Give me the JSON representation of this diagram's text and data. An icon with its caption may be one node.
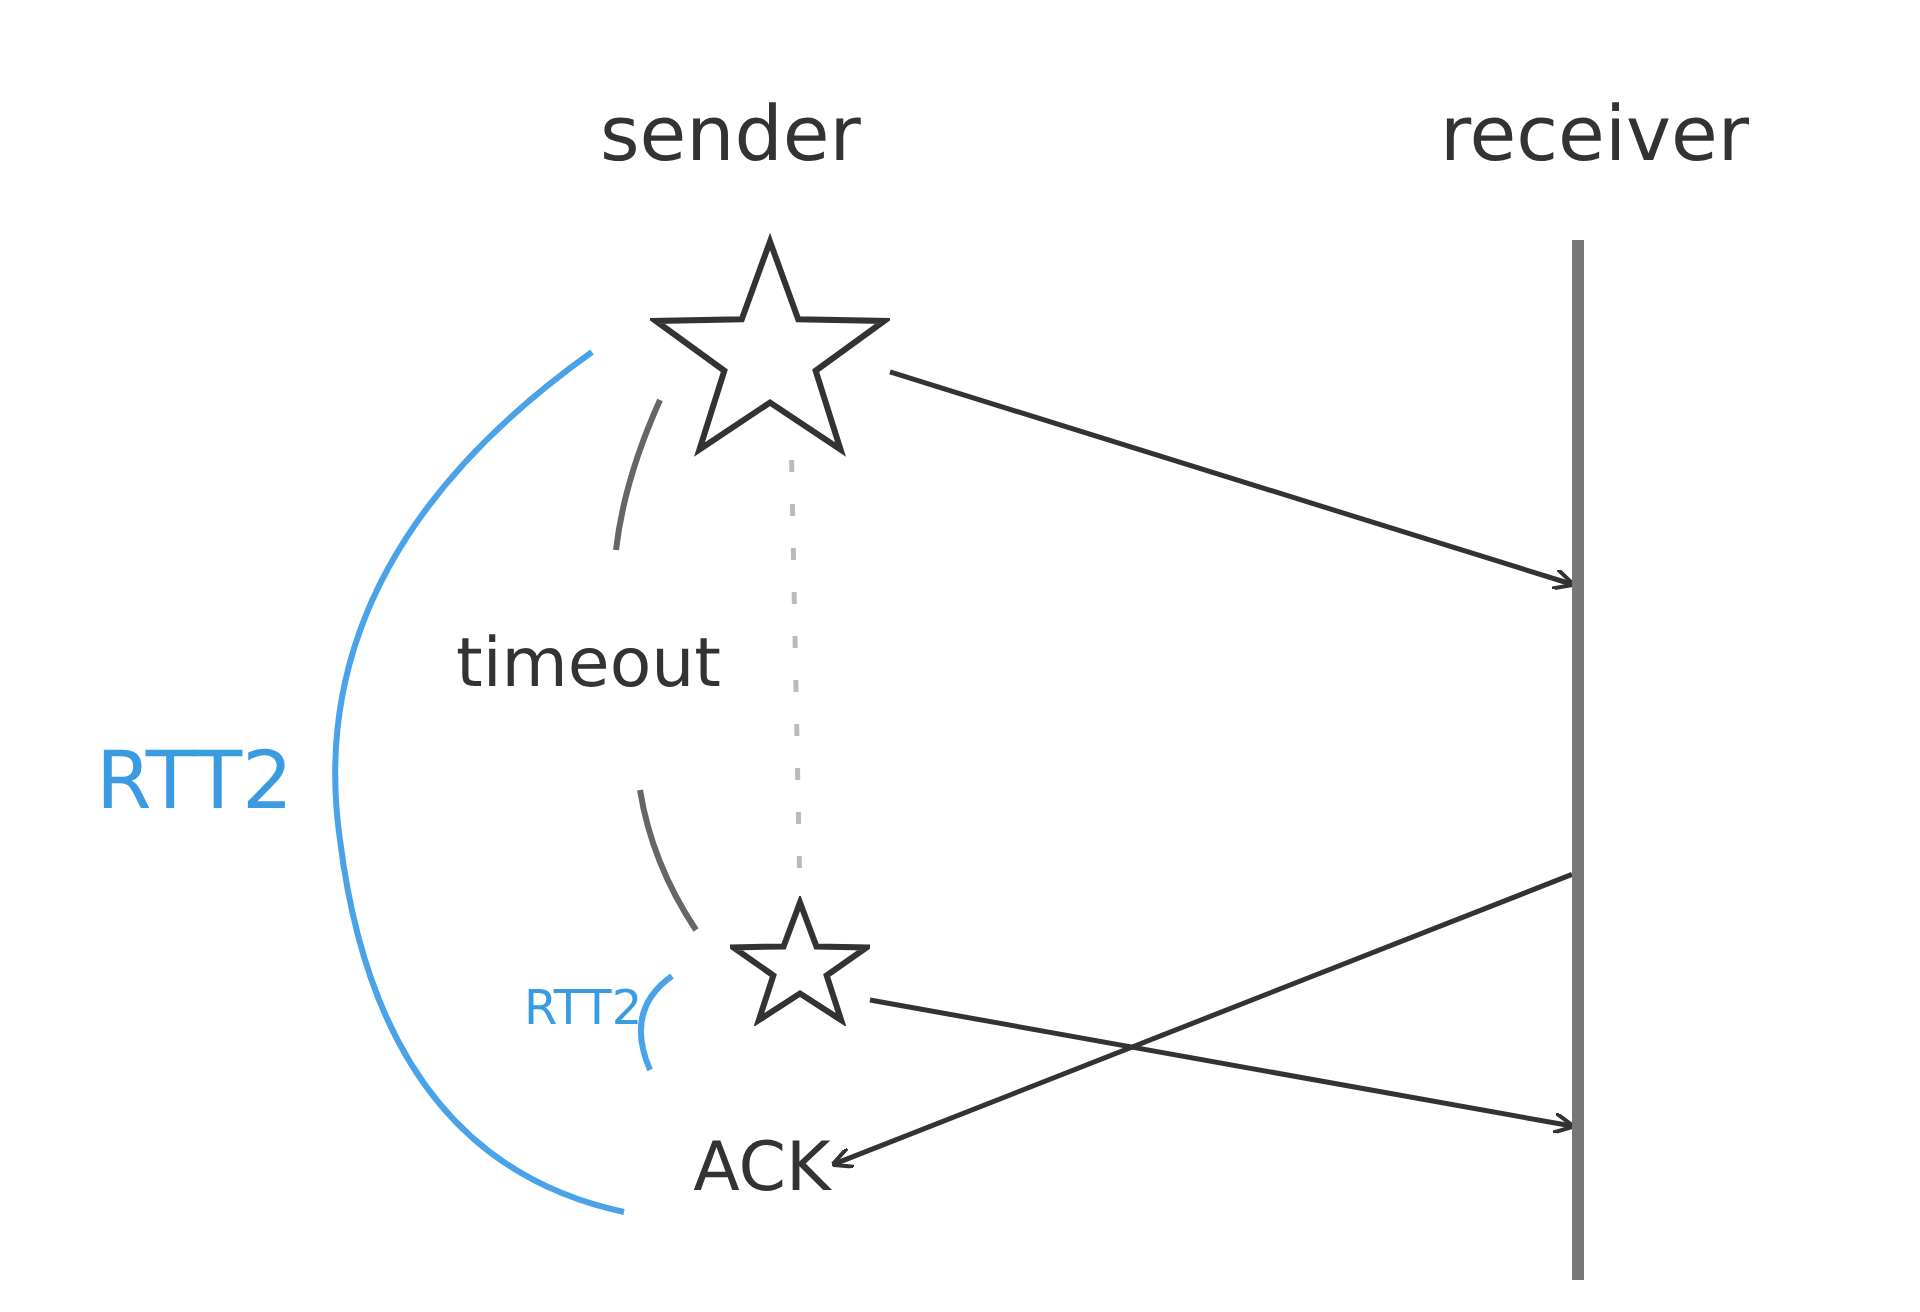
{
  "diagram": {
    "nodes": [
      {
        "text": [],
        "shape": "star",
        "beside": [
          "sender"
        ]
      },
      {
        "text": [],
        "shape": "star"
      },
      {
        "text": [
          "ACK"
        ]
      },
      {
        "text": [],
        "shape": "bar",
        "beside": [
          "receiver"
        ]
      }
    ],
    "edges": [
      {
        "from": 0,
        "to": 3,
        "arrow": "to"
      },
      {
        "from": 1,
        "to": 3,
        "arrow": "to"
      },
      {
        "from": 3,
        "to": 2,
        "arrow": "to"
      },
      {
        "from": 0,
        "to": 1,
        "arrow": "none",
        "style": "dashed",
        "color": "#bbbbbb"
      }
    ],
    "labels": [
      "timeout",
      "RTT2",
      "RTT2"
    ]
  }
}
